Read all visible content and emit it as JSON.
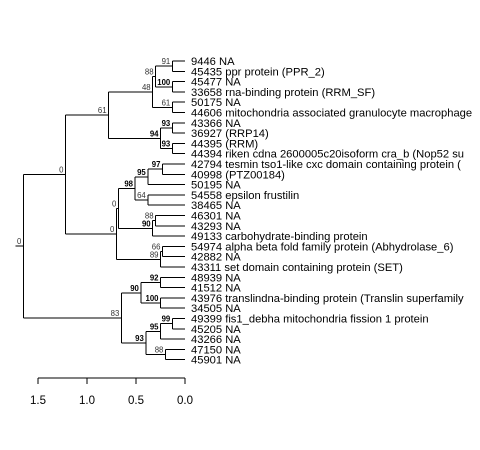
{
  "tree": {
    "tips": [
      "9446 NA",
      "45435 ppr protein (PPR_2)",
      "45477 NA",
      "33658 rna-binding protein (RRM_SF)",
      "50175 NA",
      "44606 mitochondria associated granulocyte macrophage",
      "43366 NA",
      "36927 (RRP14)",
      "44395 (RRM)",
      "44394 riken cdna 2600005c20isoform cra_b (Nop52 su",
      "42794 tesmin tso1-like cxc domain containing protein (",
      "40998 (PTZ00184)",
      "50195 NA",
      "54558 epsilon frustilin",
      "38465 NA",
      "46301 NA",
      "43293 NA",
      "49133 carbohydrate-binding protein",
      "54974 alpha beta fold family protein (Abhydrolase_6)",
      "42882 NA",
      "43311 set domain containing protein (SET)",
      "48939 NA",
      "41512 NA",
      "43976 translindna-binding protein (Translin superfamily",
      "34505 NA",
      "49399 fis1_debha mitochondria fission 1 protein",
      "45205 NA",
      "43266 NA",
      "47150 NA",
      "45901 NA"
    ],
    "root": {
      "label": "0",
      "depth": 1.65,
      "children": [
        {
          "label": "0",
          "depth": 1.22,
          "children": [
            {
              "label": "61",
              "depth": 0.78,
              "children": [
                {
                  "label": "48",
                  "depth": 0.33,
                  "children": [
                    {
                      "label": "88",
                      "depth": 0.3,
                      "children": [
                        {
                          "label": "91",
                          "depth": 0.13,
                          "children": [
                            {
                              "tip": 0
                            },
                            {
                              "tip": 1
                            }
                          ]
                        },
                        {
                          "label": "100",
                          "strong": true,
                          "depth": 0.13,
                          "children": [
                            {
                              "tip": 2
                            },
                            {
                              "tip": 3
                            }
                          ]
                        }
                      ]
                    },
                    {
                      "label": "61",
                      "depth": 0.13,
                      "children": [
                        {
                          "tip": 4
                        },
                        {
                          "tip": 5
                        }
                      ]
                    }
                  ]
                },
                {
                  "label": "94",
                  "strong": true,
                  "depth": 0.25,
                  "children": [
                    {
                      "label": "93",
                      "strong": true,
                      "depth": 0.13,
                      "children": [
                        {
                          "tip": 6
                        },
                        {
                          "tip": 7
                        }
                      ]
                    },
                    {
                      "label": "93",
                      "strong": true,
                      "depth": 0.13,
                      "children": [
                        {
                          "tip": 8
                        },
                        {
                          "tip": 9
                        }
                      ]
                    }
                  ]
                }
              ]
            },
            {
              "label": "0",
              "depth": 0.7,
              "children": [
                {
                  "label": "0",
                  "depth": 0.68,
                  "children": [
                    {
                      "label": "98",
                      "strong": true,
                      "depth": 0.51,
                      "children": [
                        {
                          "label": "95",
                          "strong": true,
                          "depth": 0.38,
                          "children": [
                            {
                              "label": "97",
                              "strong": true,
                              "depth": 0.23,
                              "children": [
                                {
                                  "tip": 10
                                },
                                {
                                  "tip": 11
                                }
                              ]
                            },
                            {
                              "tip": 12
                            }
                          ]
                        },
                        {
                          "label": "64",
                          "depth": 0.38,
                          "children": [
                            {
                              "tip": 13
                            },
                            {
                              "tip": 14
                            }
                          ]
                        }
                      ]
                    },
                    {
                      "label": "90",
                      "strong": true,
                      "depth": 0.33,
                      "children": [
                        {
                          "label": "88",
                          "depth": 0.3,
                          "children": [
                            {
                              "tip": 15
                            },
                            {
                              "tip": 16
                            }
                          ]
                        },
                        {
                          "tip": 17
                        }
                      ]
                    }
                  ]
                },
                {
                  "label": "89",
                  "depth": 0.25,
                  "children": [
                    {
                      "label": "66",
                      "depth": 0.23,
                      "children": [
                        {
                          "tip": 18
                        },
                        {
                          "tip": 19
                        }
                      ]
                    },
                    {
                      "tip": 20
                    }
                  ]
                }
              ]
            }
          ]
        },
        {
          "label": "83",
          "depth": 0.65,
          "children": [
            {
              "label": "90",
              "strong": true,
              "depth": 0.45,
              "children": [
                {
                  "label": "92",
                  "strong": true,
                  "depth": 0.25,
                  "children": [
                    {
                      "tip": 21
                    },
                    {
                      "tip": 22
                    }
                  ]
                },
                {
                  "label": "100",
                  "strong": true,
                  "depth": 0.25,
                  "children": [
                    {
                      "tip": 23
                    },
                    {
                      "tip": 24
                    }
                  ]
                }
              ]
            },
            {
              "label": "93",
              "strong": true,
              "depth": 0.4,
              "children": [
                {
                  "label": "95",
                  "strong": true,
                  "depth": 0.25,
                  "children": [
                    {
                      "label": "99",
                      "strong": true,
                      "depth": 0.13,
                      "children": [
                        {
                          "tip": 25
                        },
                        {
                          "tip": 26
                        }
                      ]
                    },
                    {
                      "tip": 27
                    }
                  ]
                },
                {
                  "label": "88",
                  "depth": 0.2,
                  "children": [
                    {
                      "tip": 28
                    },
                    {
                      "tip": 29
                    }
                  ]
                }
              ]
            }
          ]
        }
      ]
    }
  },
  "axis": {
    "ticks": [
      1.5,
      1.0,
      0.5,
      0.0
    ],
    "tick_labels": [
      "1.5",
      "1.0",
      "0.5",
      "0.0"
    ],
    "range": [
      1.5,
      0.0
    ],
    "reversed": true
  }
}
